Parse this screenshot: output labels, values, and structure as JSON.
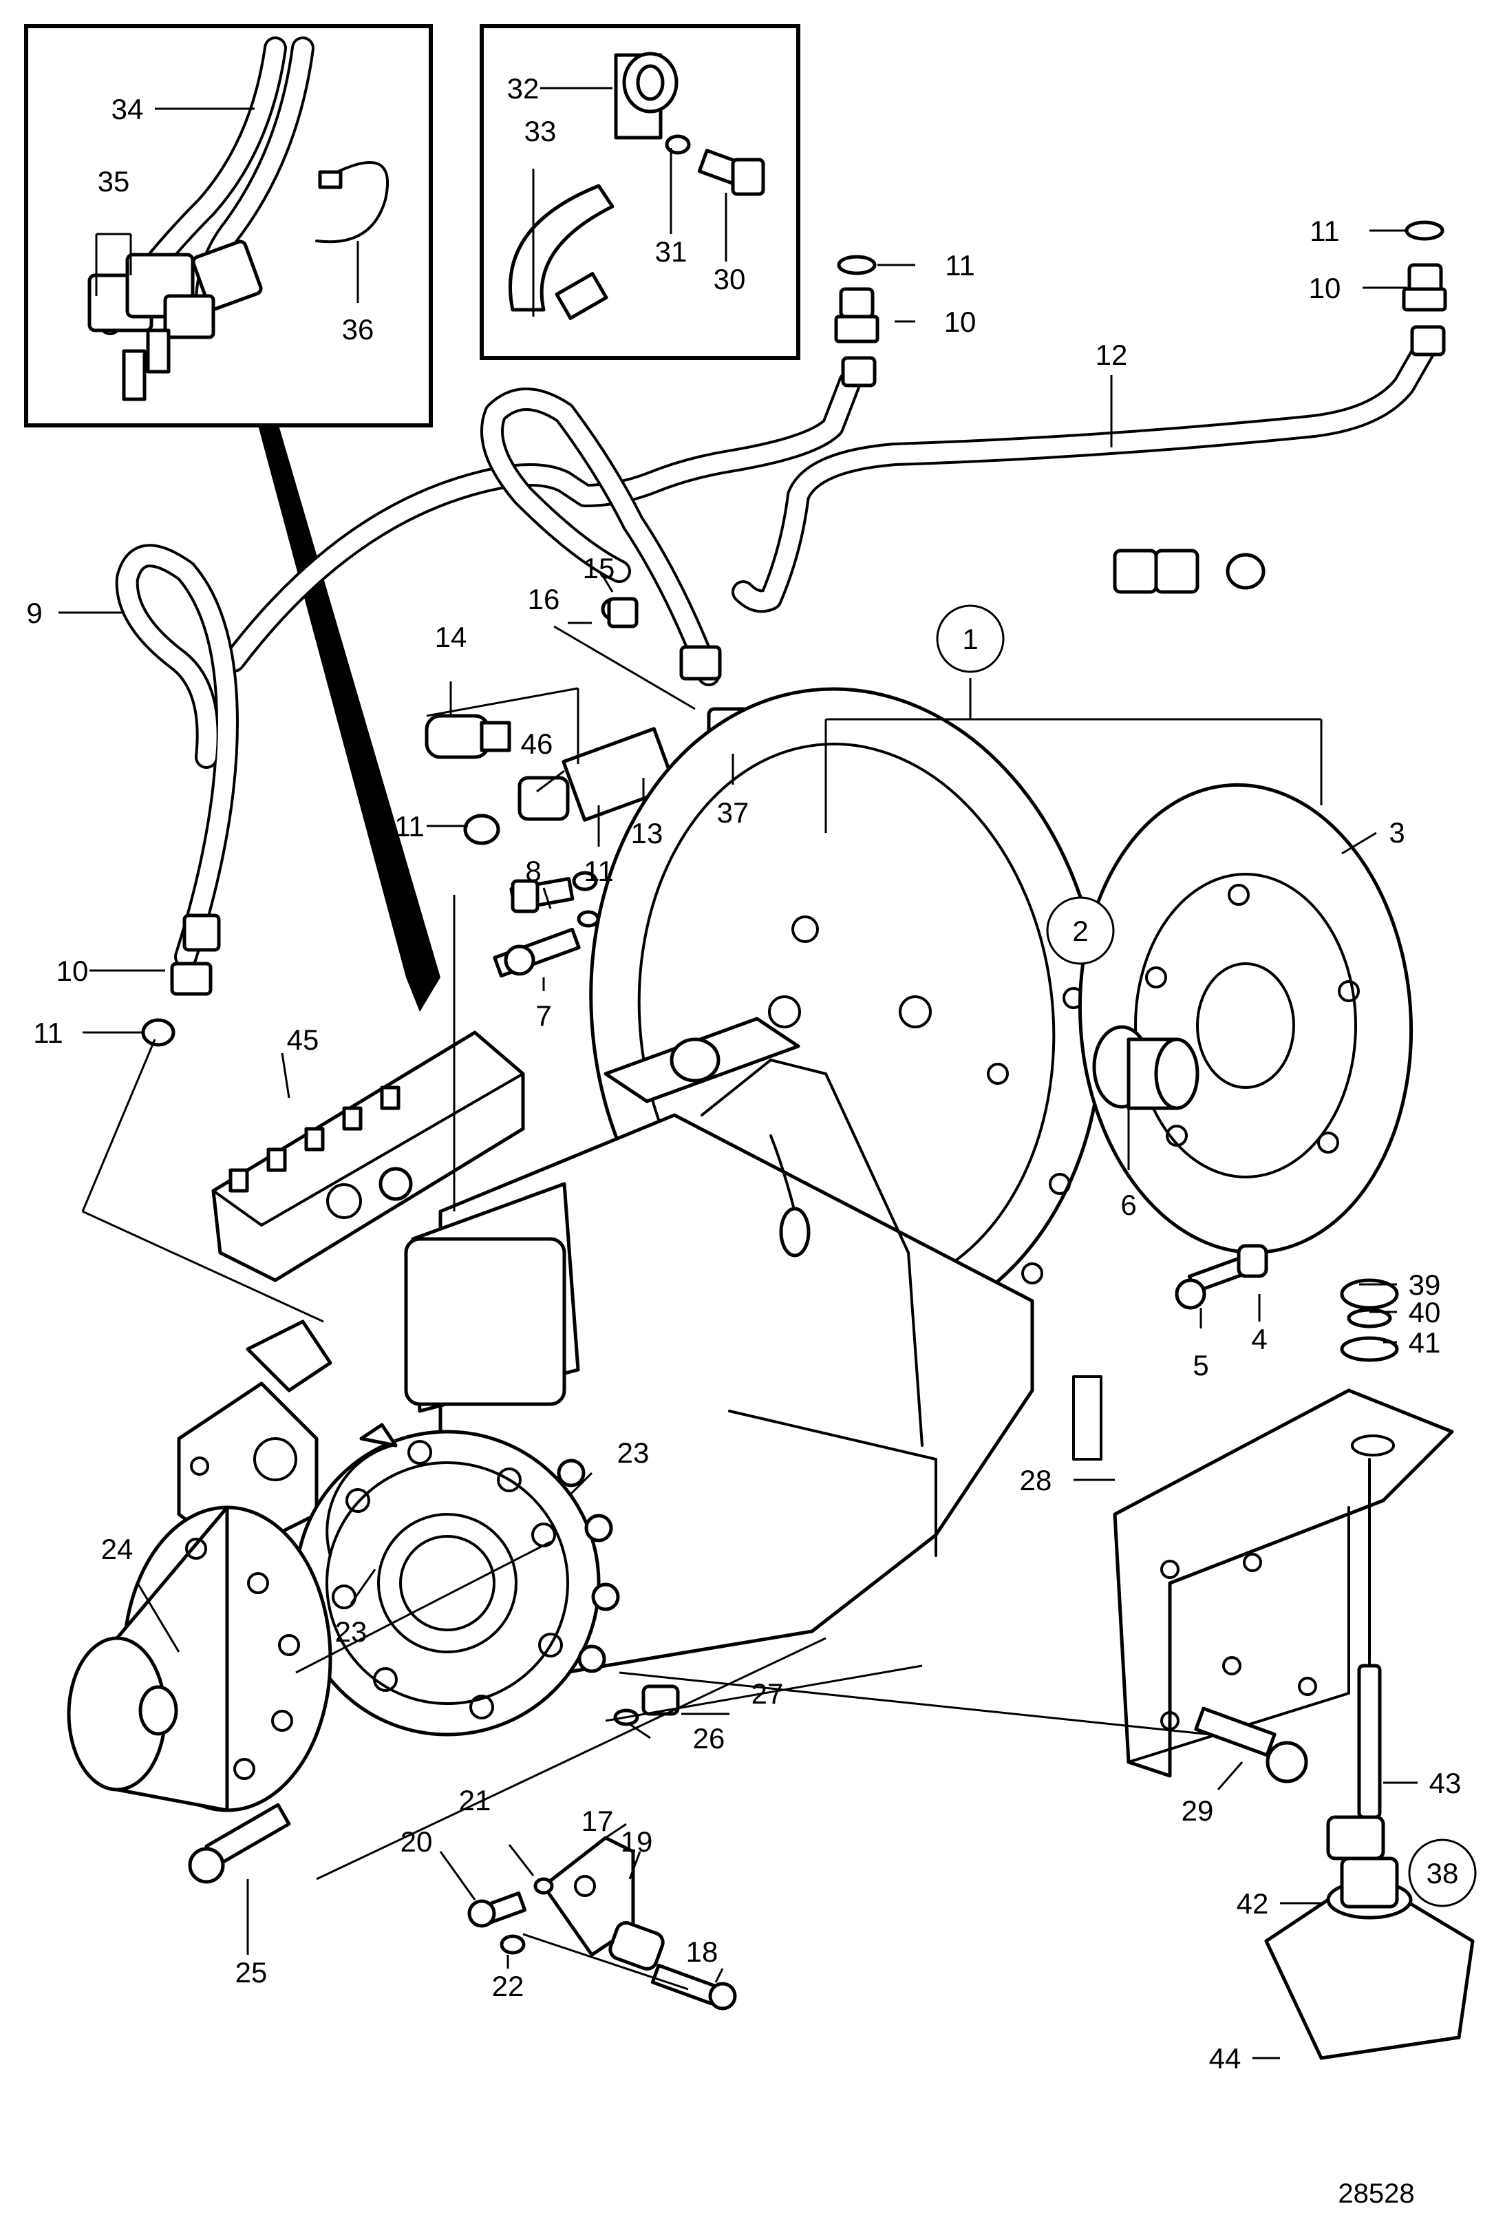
{
  "drawing_number": "28528",
  "callouts": [
    "1",
    "2",
    "3",
    "4",
    "5",
    "6",
    "7",
    "8",
    "9",
    "10",
    "11",
    "12",
    "13",
    "14",
    "15",
    "16",
    "17",
    "18",
    "19",
    "20",
    "21",
    "22",
    "23",
    "24",
    "25",
    "26",
    "27",
    "28",
    "29",
    "30",
    "31",
    "32",
    "33",
    "34",
    "35",
    "36",
    "37",
    "38",
    "39",
    "40",
    "41",
    "42",
    "43",
    "44",
    "45",
    "46"
  ],
  "circled_callouts": [
    "1",
    "2",
    "38"
  ]
}
